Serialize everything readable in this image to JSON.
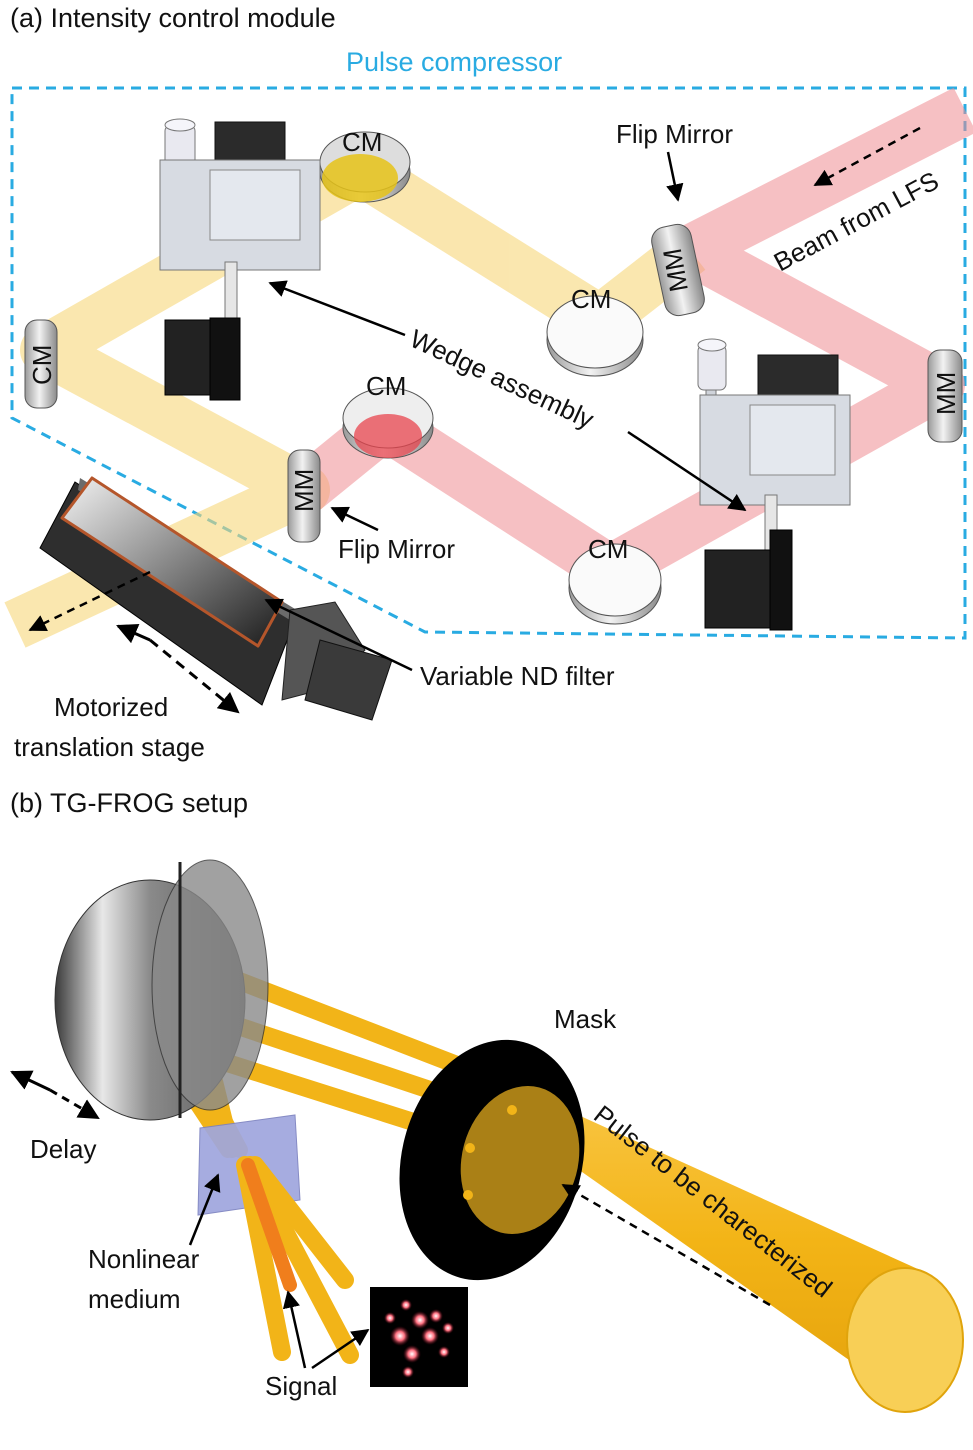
{
  "panel_a": {
    "title": "(a) Intensity control module",
    "group_label": "Pulse compressor",
    "cm_label": "CM",
    "mm_label": "MM",
    "flip_mirror_top": "Flip Mirror",
    "flip_mirror_bottom": "Flip Mirror",
    "beam_from": "Beam from LFS",
    "wedge_assembly": "Wedge assembly",
    "variable_nd": "Variable ND filter",
    "stage_line1": "Motorized",
    "stage_line2": "translation stage"
  },
  "panel_b": {
    "title": "(b) TG-FROG setup",
    "mask": "Mask",
    "pulse": "Pulse to be charecterized",
    "delay": "Delay",
    "medium_line1": "Nonlinear",
    "medium_line2": "medium",
    "signal": "Signal"
  },
  "colors": {
    "compressor_box": "#29abe2",
    "yellow_beam": "#f7dd8a",
    "red_beam": "#f4a9ab",
    "gold_beam": "#f2b418",
    "medium": "#9fa6de",
    "mask": "#000000"
  }
}
